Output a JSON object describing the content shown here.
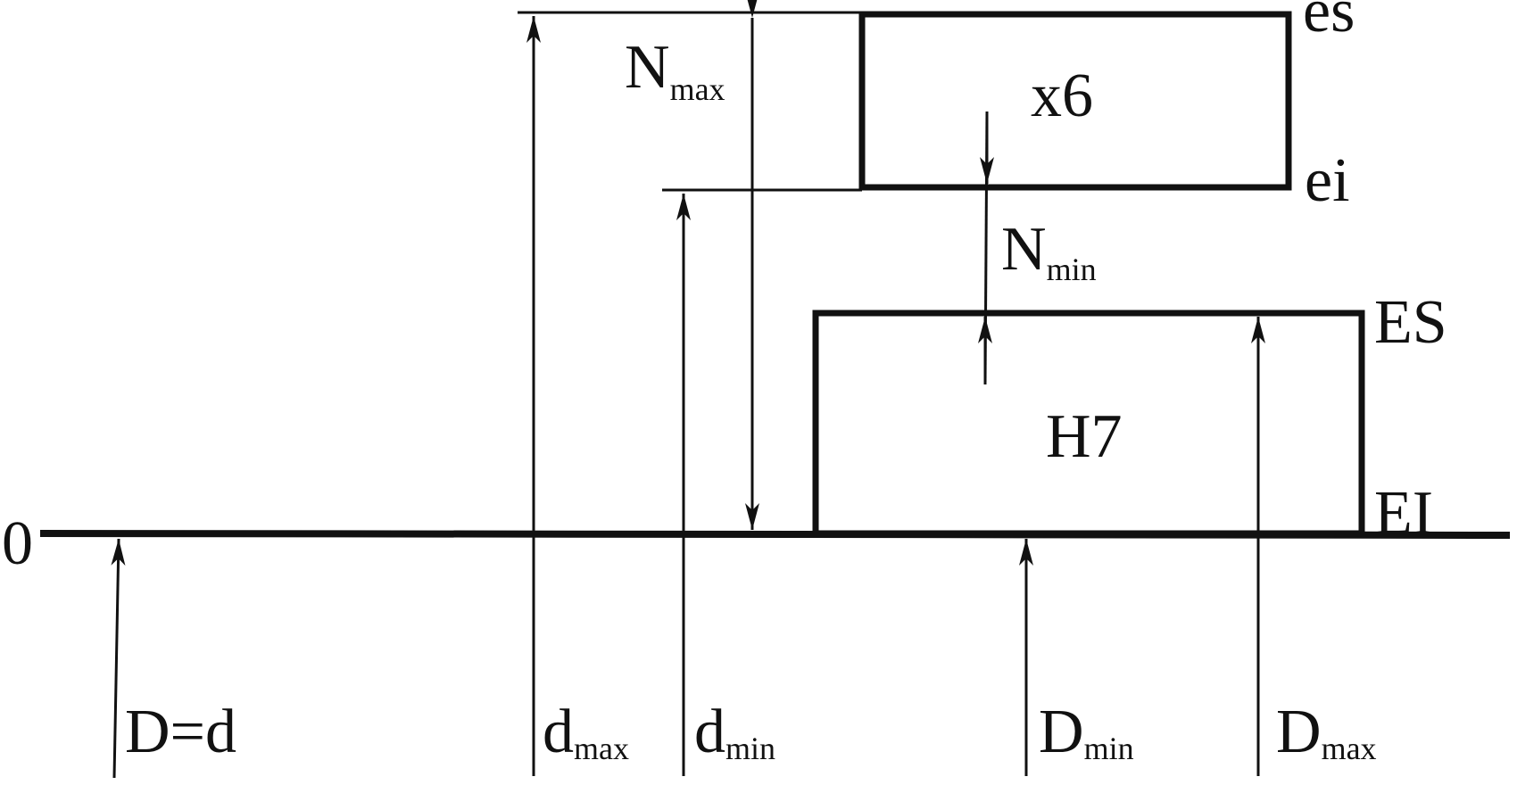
{
  "labels": {
    "zero": "0",
    "shaft_zone": "x6",
    "hole_zone": "H7",
    "es": "es",
    "ei": "ei",
    "ES": "ES",
    "EI": "EI",
    "nominal": "D=d",
    "N": "N",
    "D": "D",
    "d": "d",
    "sub_max": "max",
    "sub_min": "min"
  }
}
